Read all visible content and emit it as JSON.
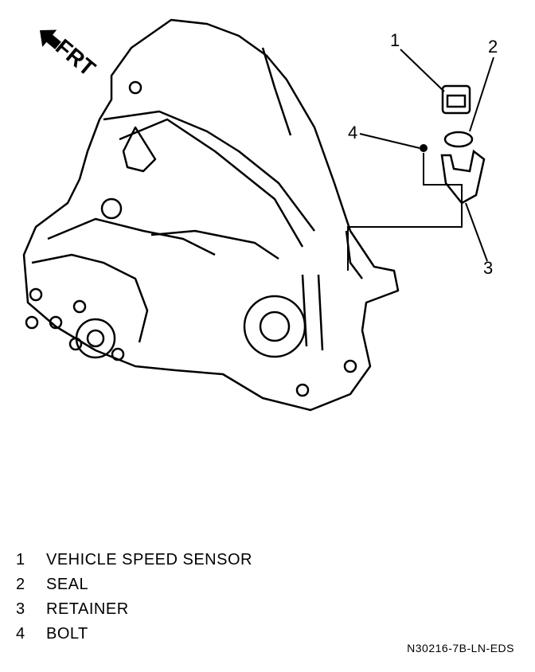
{
  "direction_label": "FRT",
  "callouts": [
    {
      "num": "1"
    },
    {
      "num": "2"
    },
    {
      "num": "3"
    },
    {
      "num": "4"
    }
  ],
  "legend": [
    {
      "num": "1",
      "label": "VEHICLE SPEED SENSOR"
    },
    {
      "num": "2",
      "label": "SEAL"
    },
    {
      "num": "3",
      "label": "RETAINER"
    },
    {
      "num": "4",
      "label": "BOLT"
    }
  ],
  "figure_code": "N30216-7B-LN-EDS"
}
